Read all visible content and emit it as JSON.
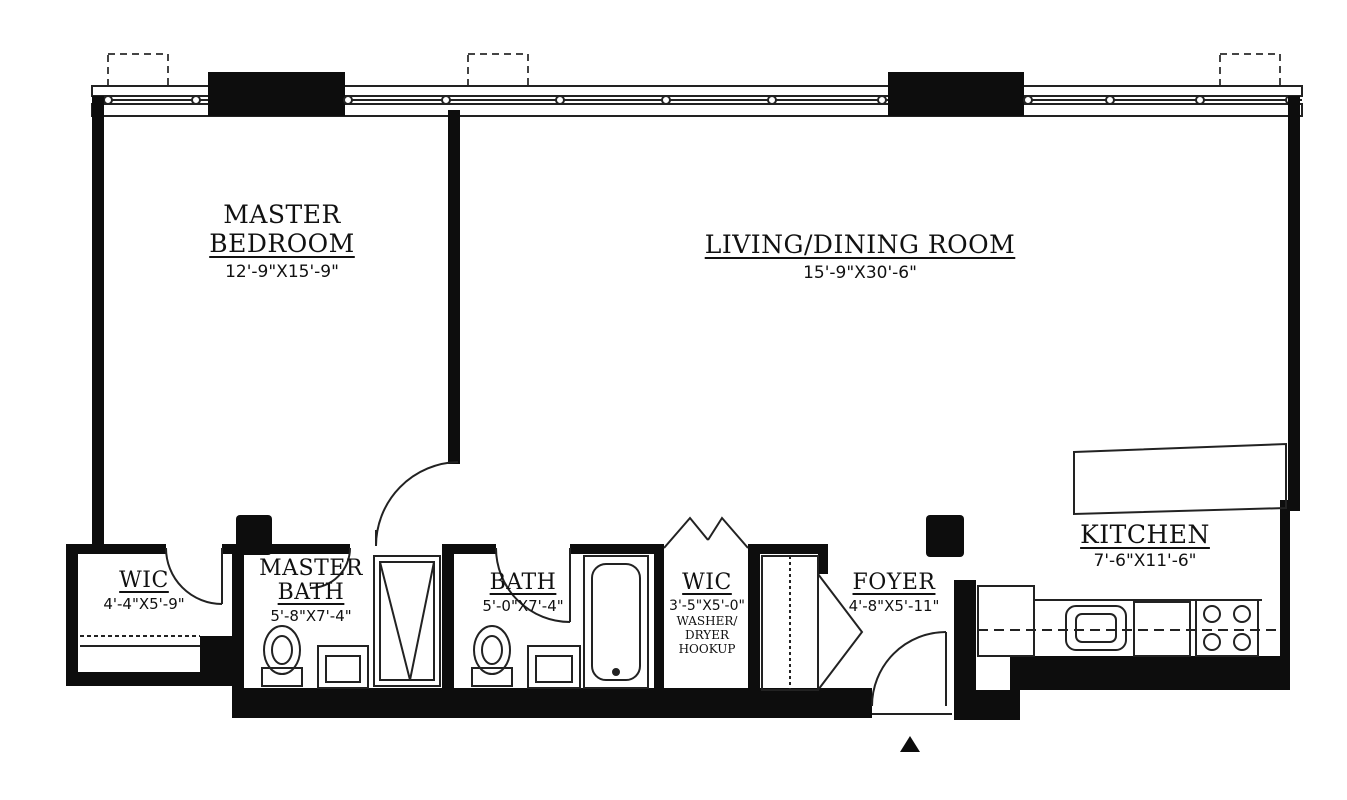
{
  "rooms": {
    "master_bedroom": {
      "name_line1": "MASTER",
      "name_line2": "BEDROOM",
      "dims": "12'-9\"X15'-9\""
    },
    "living_dining": {
      "name": "LIVING/DINING ROOM",
      "dims": "15'-9\"X30'-6\""
    },
    "kitchen": {
      "name": "KITCHEN",
      "dims": "7'-6\"X11'-6\""
    },
    "wic_left": {
      "name": "WIC",
      "dims": "4'-4\"X5'-9\""
    },
    "master_bath": {
      "name_line1": "MASTER",
      "name_line2": "BATH",
      "dims": "5'-8\"X7'-4\""
    },
    "bath": {
      "name": "BATH",
      "dims": "5'-0\"X7'-4\""
    },
    "wic_center": {
      "name": "WIC",
      "dims": "3'-5\"X5'-0\"",
      "note_line1": "WASHER/",
      "note_line2": "DRYER",
      "note_line3": "HOOKUP"
    },
    "foyer": {
      "name": "FOYER",
      "dims": "4'-8\"X5'-11\""
    }
  },
  "colors": {
    "wall": "#0d0d0d",
    "line": "#222222",
    "background": "#ffffff"
  },
  "icons": {
    "entry": "entry-arrow-icon"
  }
}
